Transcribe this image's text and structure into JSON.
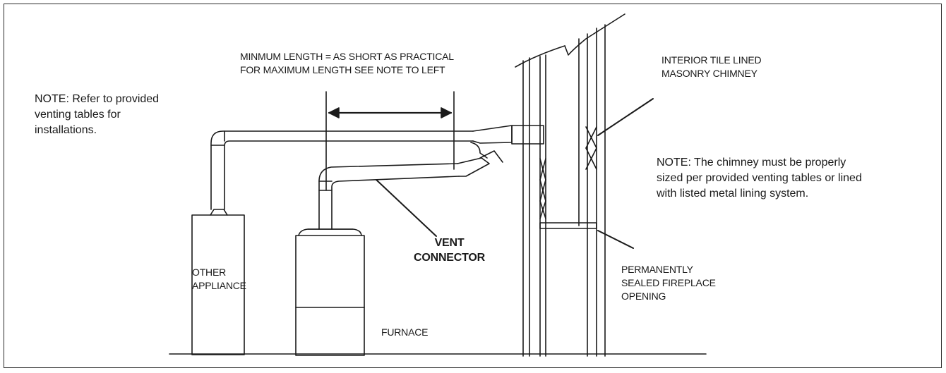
{
  "notes": {
    "left_note": "NOTE: Refer to provided\nventing tables for\ninstallations.",
    "right_note": "NOTE: The chimney must be properly\nsized per provided venting tables or lined\nwith listed metal lining system."
  },
  "labels": {
    "minimum_length": "MINMUM LENGTH = AS SHORT AS PRACTICAL\nFOR MAXIMUM LENGTH SEE NOTE TO LEFT",
    "chimney": "INTERIOR TILE LINED\nMASONRY CHIMNEY",
    "vent_connector": "VENT\nCONNECTOR",
    "other_appliance": "OTHER\nAPPLIANCE",
    "furnace": "FURNACE",
    "fireplace": "PERMANENTLY\nSEALED FIREPLACE\nOPENING"
  },
  "colors": {
    "line": "#1a1a1a",
    "background": "#ffffff"
  }
}
